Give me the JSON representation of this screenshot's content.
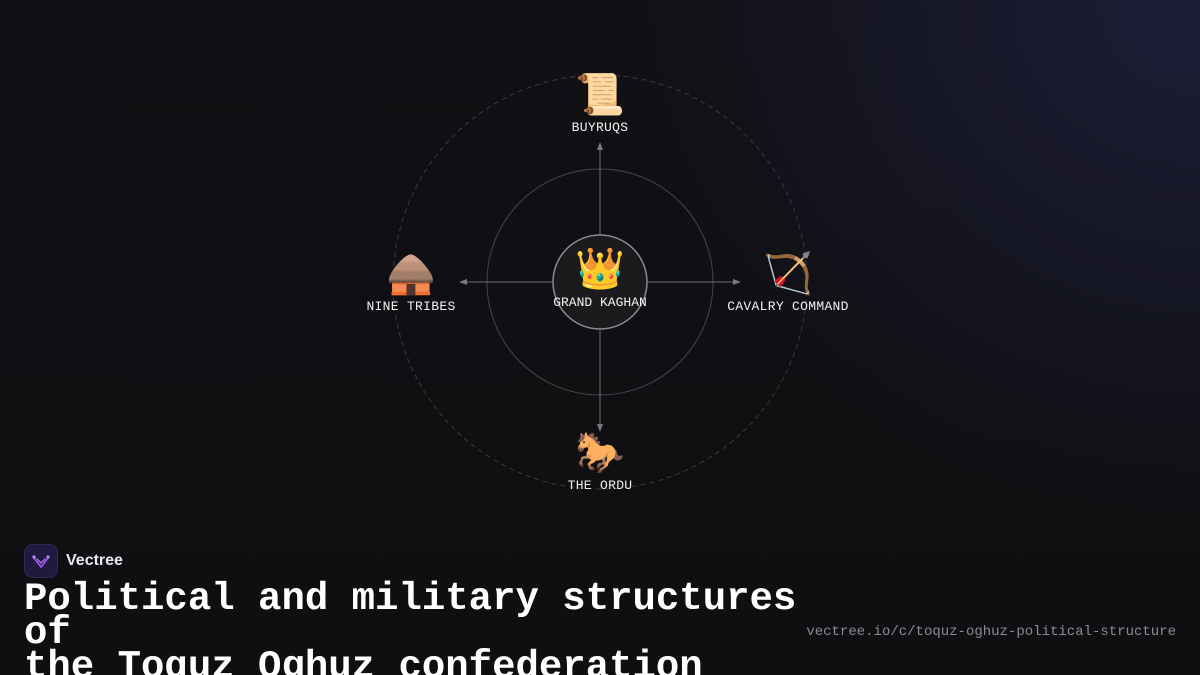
{
  "diagram": {
    "center": {
      "icon": "👑",
      "icon_name": "crown-icon",
      "label": "GRAND KAGHAN"
    },
    "nodes": {
      "top": {
        "icon": "📜",
        "icon_name": "scroll-icon",
        "label": "BUYRUQS"
      },
      "left": {
        "icon": "🛖",
        "icon_name": "hut-icon",
        "label": "NINE TRIBES"
      },
      "right": {
        "icon": "🏹",
        "icon_name": "bow-and-arrow-icon",
        "label": "CAVALRY COMMAND"
      },
      "bottom": {
        "icon": "🐎",
        "icon_name": "horse-icon",
        "label": "THE ORDU"
      }
    }
  },
  "footer": {
    "brand_name": "Vectree",
    "title_line1": "Political and military structures of",
    "title_line2": "the Toquz Oghuz confederation",
    "url": "vectree.io/c/toquz-oghuz-political-structure"
  },
  "colors": {
    "background": "#111114",
    "line": "#6a6a70",
    "brand_logo_bg": "#1e1b3f",
    "brand_accent": "#a855f7"
  }
}
